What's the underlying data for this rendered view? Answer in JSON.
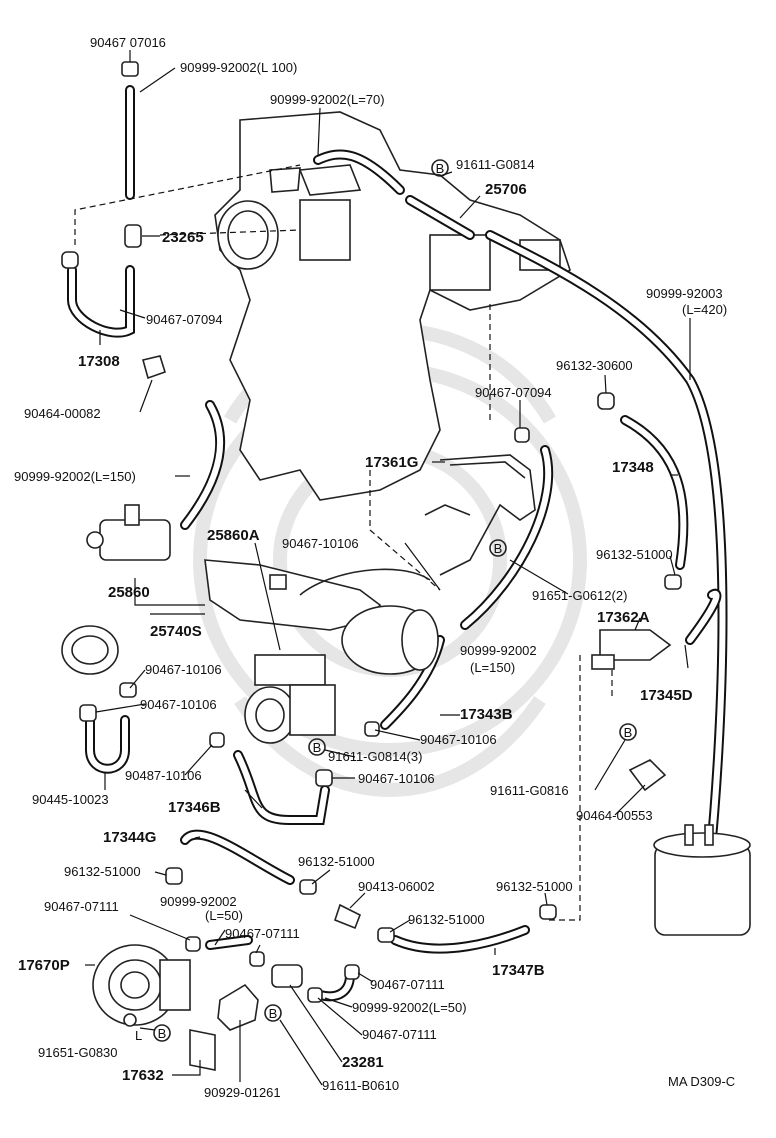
{
  "diagram": {
    "code": "MA  D309-C",
    "b_marker": "B",
    "labels": {
      "l_9046707016": "90467 07016",
      "l_clip_l100": "90999-92002(L    100)",
      "l_hose_l70": "90999-92002(L=70)",
      "l_91611g0814_top": "91611-G0814",
      "l_25706": "25706",
      "l_23265": "23265",
      "l_9046707094_left": "90467-07094",
      "l_17308": "17308",
      "l_9046400082": "90464-00082",
      "l_hose_l420_a": "90999-92003",
      "l_hose_l420_b": "(L=420)",
      "l_9613230600": "96132-30600",
      "l_9046707094_mid": "90467-07094",
      "l_17348": "17348",
      "l_17361g": "17361G",
      "l_hose_l150_left": "90999-92002(L=150)",
      "l_9046710106_a": "90467-10106",
      "l_25860a": "25860A",
      "l_9613251000_right": "96132-51000",
      "l_25860": "25860",
      "l_91651g0612": "91651-G0612(2)",
      "l_17362a": "17362A",
      "l_25740s": "25740S",
      "l_hose_l150_mid_a": "90999-92002",
      "l_hose_l150_mid_b": "(L=150)",
      "l_9046710106_b": "90467-10106",
      "l_17345d": "17345D",
      "l_9046710106_c": "90467-10106",
      "l_17343b": "17343B",
      "l_9046710106_d": "90467-10106",
      "l_91611g0814_3": "91611-G0814(3)",
      "l_9046710106_e": "90487-10106",
      "l_9046710106_f": "90467-10106",
      "l_9044510023": "90445-10023",
      "l_91611g0816": "91611-G0816",
      "l_17346b": "17346B",
      "l_9046400553": "90464-00553",
      "l_17344g": "17344G",
      "l_9613251000_mid": "96132-51000",
      "l_9613251000_left": "96132-51000",
      "l_9041306002": "90413-06002",
      "l_9613251000_low": "96132-51000",
      "l_9046707111_a": "90467-07111",
      "l_hose_l50_a": "90999-92002",
      "l_hose_l50_b": "(L=50)",
      "l_9613251000_bot": "96132-51000",
      "l_9046707111_b": "90467-07111",
      "l_17670p": "17670P",
      "l_17347b": "17347B",
      "l_9046707111_c": "90467-07111",
      "l_hose_l50_right": "90999-92002(L=50)",
      "l_91651g0830": "91651-G0830",
      "l_L": "L",
      "l_9046707111_d": "90467-07111",
      "l_23281": "23281",
      "l_17632": "17632",
      "l_9092901261": "90929-01261",
      "l_91611b0610": "91611-B0610"
    }
  }
}
